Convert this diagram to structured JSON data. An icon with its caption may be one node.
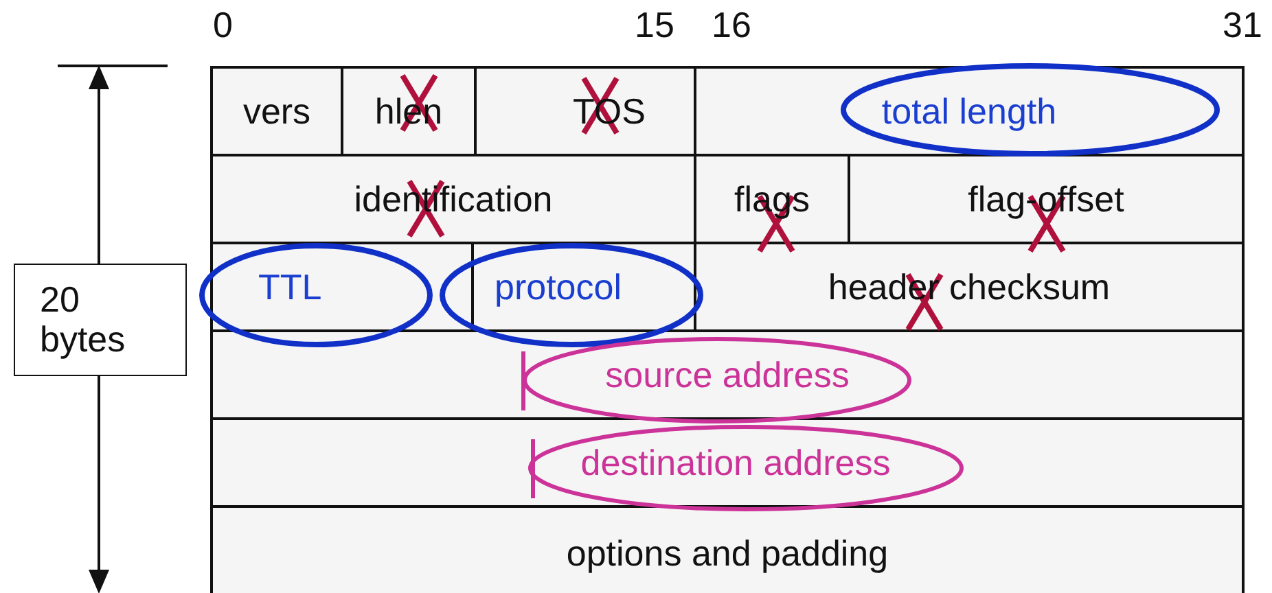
{
  "diagram": {
    "nodes": [
      {
        "text": [
          "vers"
        ]
      },
      {
        "text": [
          "hlen"
        ]
      },
      {
        "text": [
          "TOS"
        ]
      },
      {
        "text": [
          "total length"
        ]
      },
      {
        "text": [
          "identification"
        ]
      },
      {
        "text": [
          "flags"
        ]
      },
      {
        "text": [
          "flag-offset"
        ]
      },
      {
        "text": [
          "TTL"
        ]
      },
      {
        "text": [
          "protocol"
        ]
      },
      {
        "text": [
          "header checksum"
        ]
      },
      {
        "text": [
          "source address"
        ]
      },
      {
        "text": [
          "destination address"
        ]
      },
      {
        "text": [
          "options and padding"
        ]
      },
      {
        "text": [
          "20 bytes"
        ]
      }
    ],
    "labels": [
      "0",
      "15",
      "16",
      "31"
    ]
  }
}
